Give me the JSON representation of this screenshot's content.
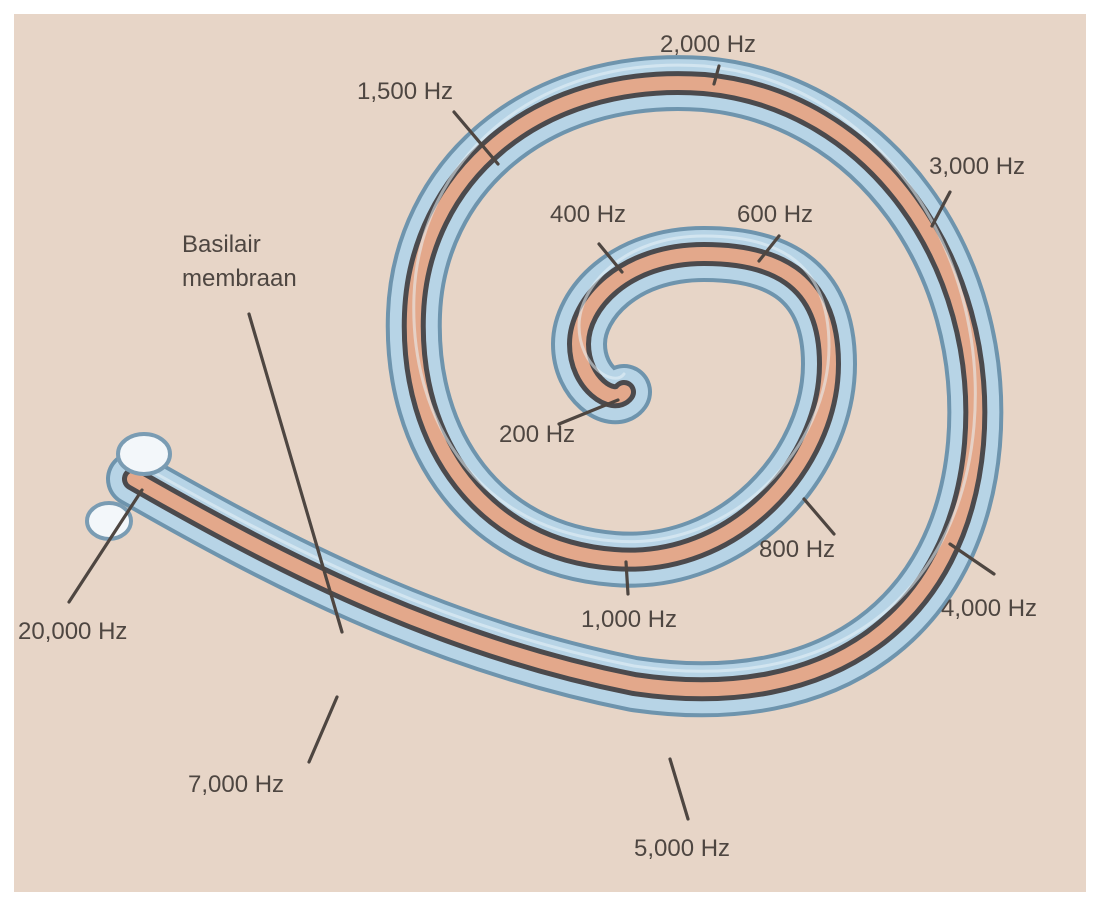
{
  "diagram": {
    "background_color": "#e7d5c7",
    "tube_color": "#b7d4e6",
    "membrane_color": "#e3a88b",
    "dark_band_color": "#4b4a4d",
    "label_color": "#4e4641",
    "frequency_labels": {
      "hz_200": "200 Hz",
      "hz_400": "400 Hz",
      "hz_600": "600 Hz",
      "hz_800": "800 Hz",
      "hz_1000": "1,000 Hz",
      "hz_1500": "1,500 Hz",
      "hz_2000": "2,000 Hz",
      "hz_3000": "3,000 Hz",
      "hz_4000": "4,000 Hz",
      "hz_5000": "5,000 Hz",
      "hz_7000": "7,000 Hz",
      "hz_20000": "20,000 Hz"
    },
    "membrane_label": {
      "line1": "Basilair",
      "line2": "membraan"
    }
  }
}
